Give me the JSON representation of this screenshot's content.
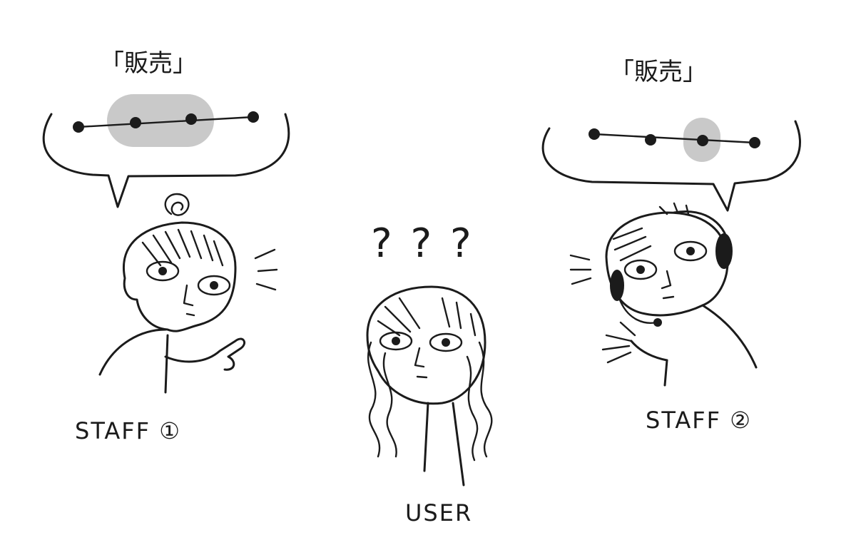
{
  "staff_1": {
    "bubble_label": "「販売」",
    "caption": "STAFF ①",
    "timeline_points": 4,
    "highlighted_points": [
      2,
      3
    ]
  },
  "staff_2": {
    "bubble_label": "「販売」",
    "caption": "STAFF ②",
    "timeline_points": 4,
    "highlighted_points": [
      3
    ]
  },
  "user": {
    "caption": "USER",
    "confusion_marks": "? ? ?"
  },
  "colors": {
    "ink": "#1b1b1b",
    "highlight": "#c9c9c9",
    "background": "#ffffff"
  }
}
